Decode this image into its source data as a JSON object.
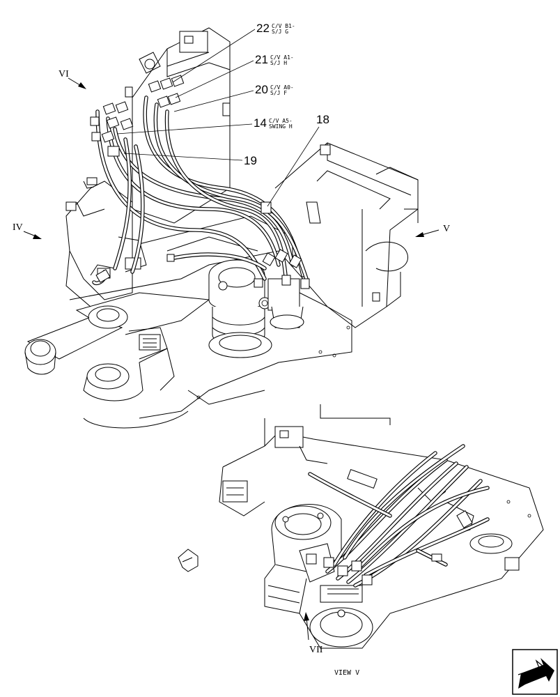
{
  "callouts": [
    {
      "id": "callout-22",
      "number": "22",
      "line1": "C/V B1-",
      "line2": "S/J G"
    },
    {
      "id": "callout-21",
      "number": "21",
      "line1": "C/V A1-",
      "line2": "S/J H"
    },
    {
      "id": "callout-20",
      "number": "20",
      "line1": "C/V A0-",
      "line2": "S/J F"
    },
    {
      "id": "callout-14",
      "number": "14",
      "line1": "C/V A5-",
      "line2": "SWING H"
    },
    {
      "id": "callout-18",
      "number": "18"
    },
    {
      "id": "callout-19",
      "number": "19"
    }
  ],
  "view_markers": {
    "vi": "VI",
    "iv": "IV",
    "v": "V",
    "vii": "VII"
  },
  "view_caption": "VIEW V"
}
